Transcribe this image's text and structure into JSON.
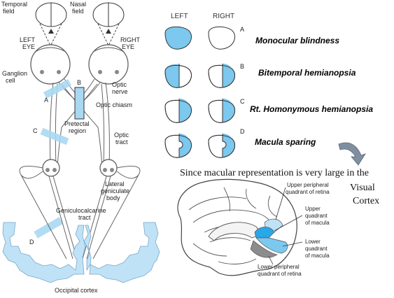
{
  "pathway": {
    "temporal_field": [
      "Temporal",
      "field"
    ],
    "nasal_field": [
      "Nasal",
      "field"
    ],
    "left_eye": [
      "LEFT",
      "EYE"
    ],
    "right_eye": [
      "RIGHT",
      "EYE"
    ],
    "ganglion_cell": [
      "Ganglion",
      "cell"
    ],
    "optic_nerve": [
      "Optic",
      "nerve"
    ],
    "optic_chiasm": "Optic chiasm",
    "pretectal_region": [
      "Pretectal",
      "region"
    ],
    "optic_tract": [
      "Optic",
      "tract"
    ],
    "lateral_geniculate_body": [
      "Lateral",
      "geniculate",
      "body"
    ],
    "geniculocalcarine_tract": [
      "Geniculocalcarine",
      "tract"
    ],
    "occipital_cortex": "Occipital cortex",
    "lesion_labels": [
      "A",
      "B",
      "C",
      "D"
    ]
  },
  "visual_fields": {
    "col_left": "LEFT",
    "col_right": "RIGHT",
    "fill_color": "#7cc8ee",
    "rows": [
      {
        "letter": "A",
        "deficit": "Monocular blindness"
      },
      {
        "letter": "B",
        "deficit": "Bitemporal hemianopsia"
      },
      {
        "letter": "C",
        "deficit": "Rt. Homonymous hemianopsia"
      },
      {
        "letter": "D",
        "deficit": "Macula sparing"
      }
    ]
  },
  "note": {
    "line1": "Since macular representation is very large in the",
    "line2": "Visual",
    "line3": "Cortex"
  },
  "brain": {
    "upper_peripheral": [
      "Upper peripheral",
      "quadrant of retina"
    ],
    "upper_macula": [
      "Upper",
      "quadrant",
      "of macula"
    ],
    "lower_macula": [
      "Lower",
      "quadrant",
      "of macula"
    ],
    "lower_peripheral": [
      "Lower peripheral",
      "quadrant of retina"
    ]
  },
  "colors": {
    "lesion_blue": "#a9d8f2",
    "cortex_blue": "#bfe2f6",
    "macula_blue": "#29a7e6",
    "gray": "#8c8c8c"
  }
}
